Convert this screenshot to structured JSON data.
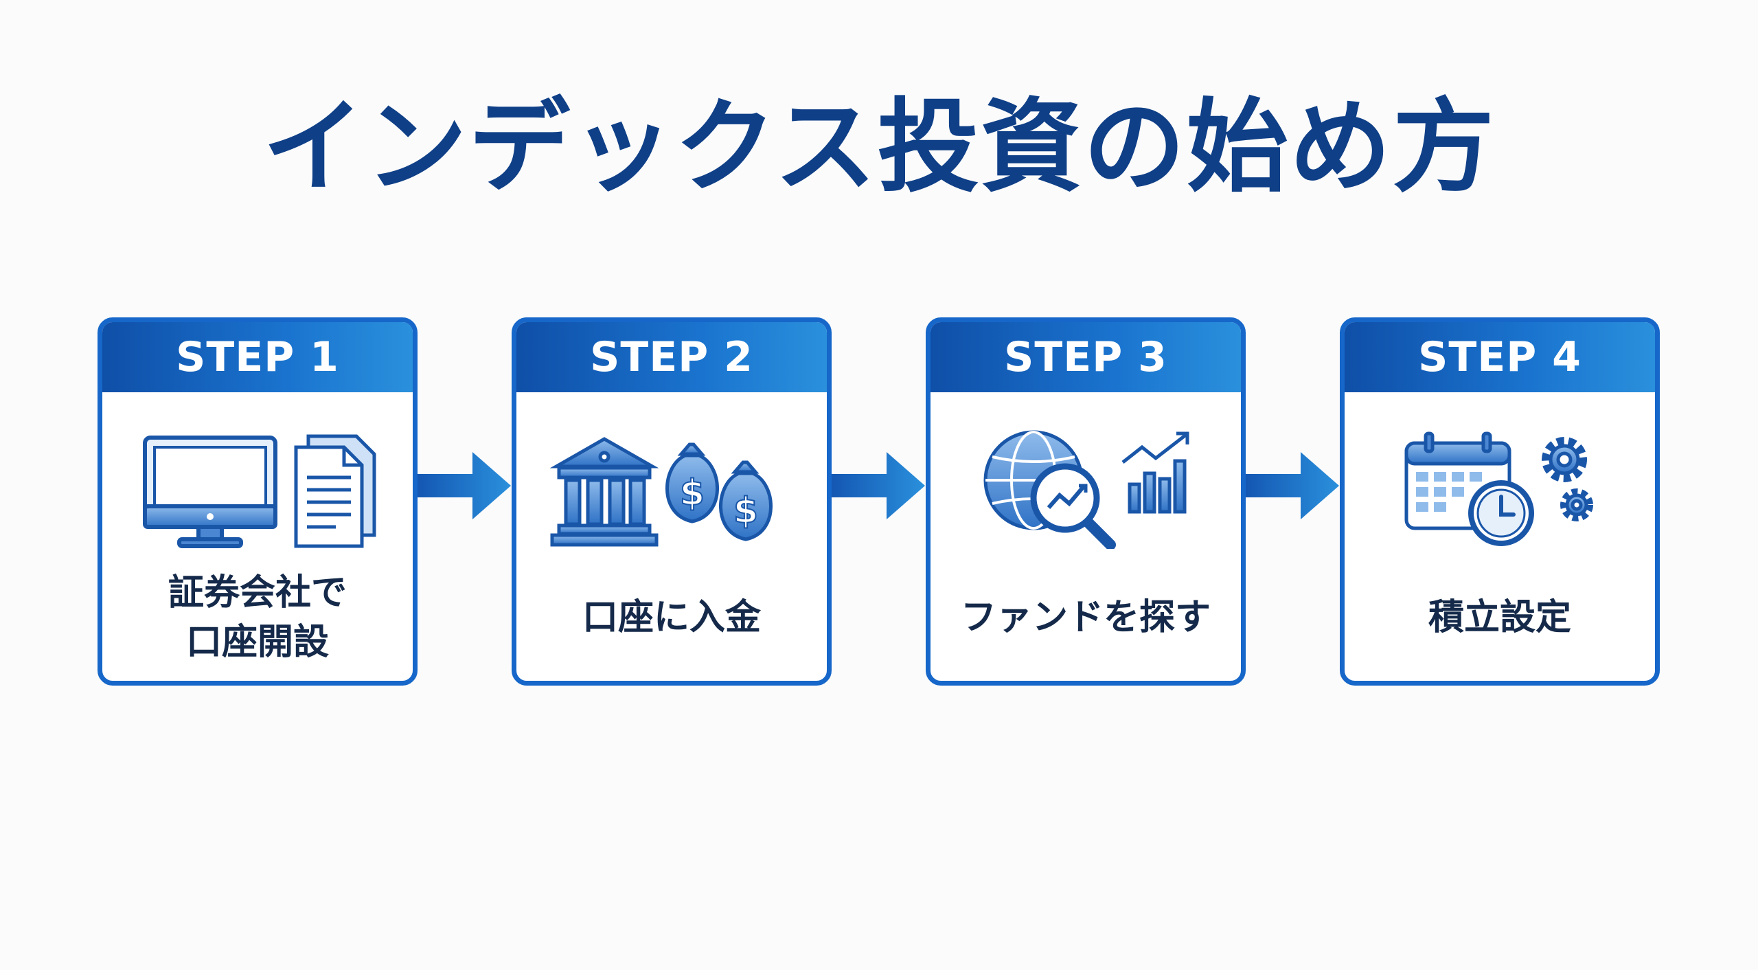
{
  "title": "インデックス投資の始め方",
  "steps": [
    {
      "header": "STEP 1",
      "label": "証券会社で\n口座開設",
      "icons": [
        "computer-monitor-icon",
        "documents-icon"
      ]
    },
    {
      "header": "STEP 2",
      "label": "口座に入金",
      "icons": [
        "bank-icon",
        "money-bags-icon"
      ]
    },
    {
      "header": "STEP 3",
      "label": "ファンドを探す",
      "icons": [
        "globe-search-icon",
        "growth-chart-icon"
      ]
    },
    {
      "header": "STEP 4",
      "label": "積立設定",
      "icons": [
        "calendar-clock-icon",
        "gears-icon"
      ]
    }
  ],
  "colors": {
    "title": "#0f3f87",
    "accent": "#1667c9",
    "icon_fill": "#4a86d1",
    "icon_stroke": "#1a56a8",
    "label": "#152a4a"
  }
}
